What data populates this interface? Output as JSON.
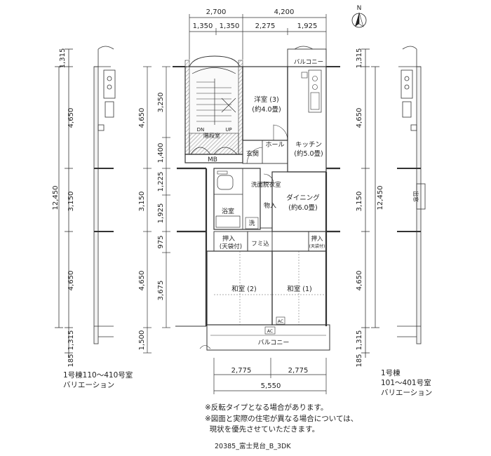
{
  "compass": {
    "north_label": "N"
  },
  "top_dims": {
    "total": [
      "2,700",
      "4,200"
    ],
    "sub": [
      "1,350",
      "1,350",
      "2,275",
      "1,925"
    ]
  },
  "bottom_dims": {
    "sub": [
      "2,775",
      "2,775"
    ],
    "total": "5,550"
  },
  "left_dims_outer": [
    "1,315",
    "4,650",
    "12,450",
    "3,150",
    "4,650",
    "1,315",
    "185"
  ],
  "center_dims_outer": [
    "4,650",
    "3,150",
    "4,650",
    "1,500"
  ],
  "center_dims_inner": [
    "3,250",
    "1,400",
    "1,225",
    "1,925",
    "975",
    "3,675"
  ],
  "right_dims_outer": [
    "1,315",
    "4,650",
    "12,450",
    "3,150",
    "4,650",
    "1,315",
    "185"
  ],
  "rooms": {
    "stairwell": "階段室",
    "stair_dn": "DN",
    "stair_up": "UP",
    "mb": "MB",
    "western_room": "洋室 (3)",
    "western_room_size": "(約4.0畳)",
    "hall": "ホール",
    "entrance": "玄関",
    "kitchen": "キッチン",
    "kitchen_size": "(約5.0畳)",
    "dining": "ダイニング",
    "dining_size": "(約6.0畳)",
    "washroom": "洗面脱衣室",
    "bath": "浴室",
    "washer": "洗",
    "storage": "物入",
    "closet_left": "押入",
    "closet_left_sub": "(天袋付)",
    "closet_mid": "フミ込",
    "closet_right": "押入",
    "closet_right_sub": "(天袋付)",
    "japanese_room_2": "和室 (2)",
    "japanese_room_1": "和室 (1)",
    "balcony_top": "バルコニー",
    "balcony_bottom": "バルコニー",
    "ac": "AC",
    "ac2": "AC",
    "variation_window": "出窓"
  },
  "left_caption": [
    "1号棟110～410号室",
    "バリエーション"
  ],
  "right_caption": [
    "1号棟",
    "101～401号室",
    "バリエーション"
  ],
  "notes": [
    "※反転タイプとなる場合があります。",
    "※図面と実際の住宅が異なる場合については、",
    "  現状を優先させていただきます。"
  ],
  "footer_code": "20385_富士見台_B_3DK"
}
